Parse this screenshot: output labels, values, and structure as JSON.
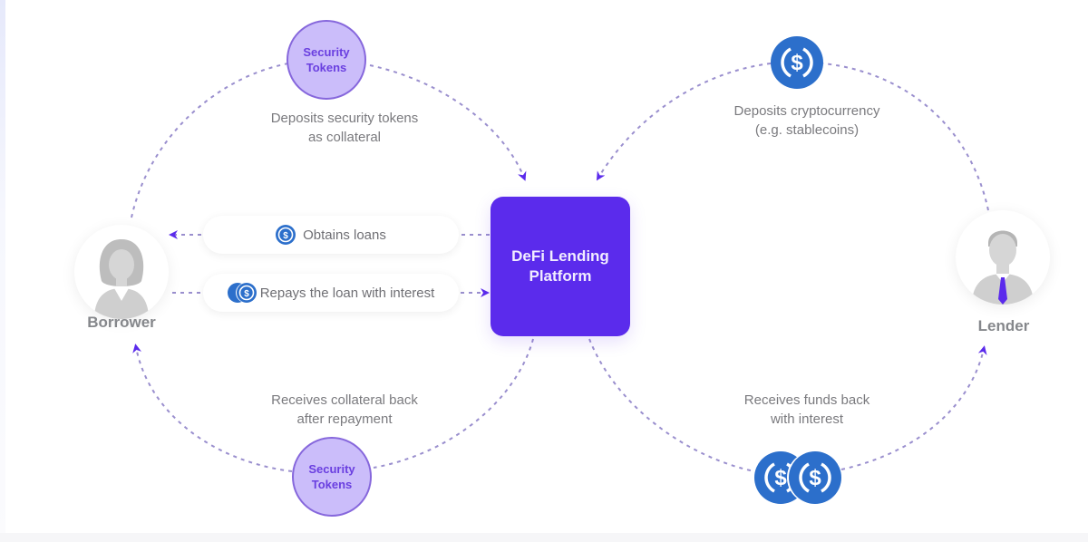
{
  "title": "DeFi Lending Platform",
  "colors": {
    "platform": "#5b2bec",
    "token_fill": "#cbbdfa",
    "token_border": "#8667dc",
    "token_text": "#6a3fe0",
    "coin": "#2c6fcb",
    "connector": "#9a8fce",
    "arrowhead": "#5b2bec",
    "caption": "#7a7a7e"
  },
  "platform": {
    "label": "DeFi Lending\nPlatform"
  },
  "actors": {
    "borrower": {
      "label": "Borrower",
      "icon": "female-user-icon"
    },
    "lender": {
      "label": "Lender",
      "icon": "male-user-icon"
    }
  },
  "tokens": {
    "top": {
      "label": "Security\nTokens"
    },
    "bottom": {
      "label": "Security\nTokens"
    }
  },
  "captions": {
    "borrower_deposit": "Deposits security tokens\nas collateral",
    "lender_deposit": "Deposits cryptocurrency\n(e.g. stablecoins)",
    "borrower_receive": "Receives collateral back\nafter repayment",
    "lender_receive": "Receives funds back\nwith interest"
  },
  "flows": [
    {
      "label": "Obtains loans",
      "icon": "dollar-coin-icon",
      "direction": "platform-to-borrower"
    },
    {
      "label": "Repays the loan with interest",
      "icon": "double-dollar-coin-icon",
      "direction": "borrower-to-platform"
    }
  ]
}
